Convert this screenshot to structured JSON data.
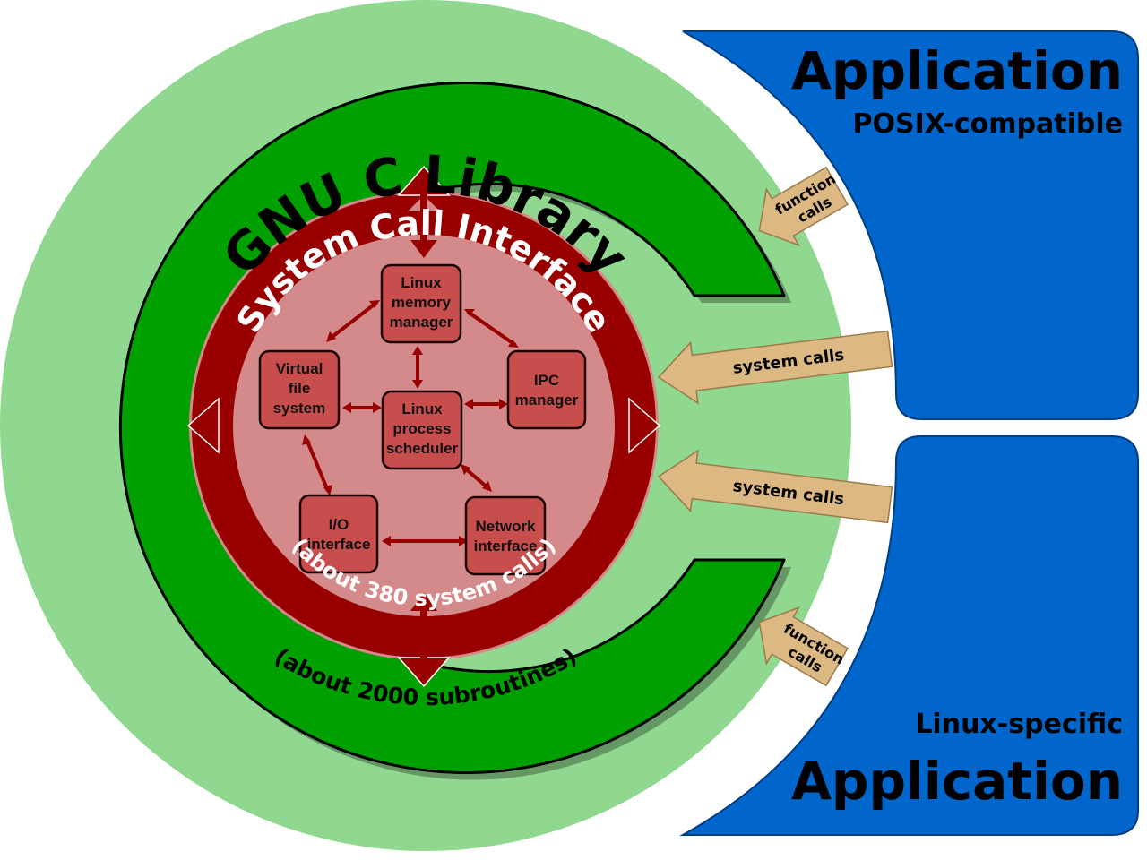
{
  "colors": {
    "pale_green": "#90d890",
    "green": "#00a000",
    "blue": "#0066cc",
    "dark_red": "#980000",
    "pink": "#d48a8a",
    "box_red": "#c84e4e",
    "tan": "#dcb882"
  },
  "glibc": {
    "title": "GNU C Library",
    "subtitle": "(about 2000 subroutines)"
  },
  "sci": {
    "title": "System Call Interface",
    "subtitle": "(about 380 system calls)"
  },
  "kernel": {
    "memory": [
      "Linux",
      "memory",
      "manager"
    ],
    "vfs": [
      "Virtual",
      "file",
      "system"
    ],
    "scheduler": [
      "Linux",
      "process",
      "scheduler"
    ],
    "ipc": [
      "IPC",
      "manager"
    ],
    "io": [
      "I/O",
      "interface"
    ],
    "network": [
      "Network",
      "interface"
    ]
  },
  "apps": {
    "posix": {
      "title": "Application",
      "subtitle": "POSIX-compatible"
    },
    "linux": {
      "title": "Application",
      "subtitle": "Linux-specific"
    }
  },
  "arrows": {
    "function_calls": [
      "function",
      "calls"
    ],
    "system_calls": "system calls"
  }
}
